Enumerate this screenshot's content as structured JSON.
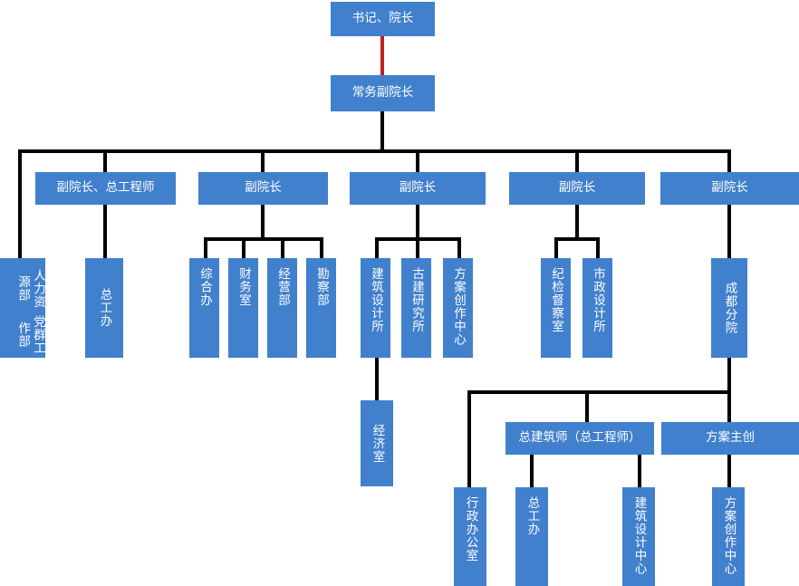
{
  "title": "组织结构图",
  "theme": {
    "box_fill": "#4180cd",
    "box_text": "#ffffff",
    "connector": "#000000",
    "top_connector": "#bb2222",
    "background": "#ffffff"
  },
  "nodes": {
    "top": {
      "label": "书记、院长"
    },
    "exec": {
      "label": "常务副院长"
    },
    "vps": [
      {
        "label": "副院长、总工程师"
      },
      {
        "label": "副院长"
      },
      {
        "label": "副院长"
      },
      {
        "label": "副院长"
      },
      {
        "label": "副院长"
      }
    ],
    "hr_party": {
      "line1": "人力资源部",
      "line2": "党群工作部"
    },
    "zgb": {
      "label": "总工办"
    },
    "vp2_children": [
      {
        "label": "综合办"
      },
      {
        "label": "财务室"
      },
      {
        "label": "经营部"
      },
      {
        "label": "勘察部"
      }
    ],
    "vp3_children": [
      {
        "label": "建筑设计所"
      },
      {
        "label": "古建研究所"
      },
      {
        "label": "方案创作中心"
      }
    ],
    "economics": {
      "label": "经济室"
    },
    "vp4_children": [
      {
        "label": "纪检督察室"
      },
      {
        "label": "市政设计所"
      }
    ],
    "chengdu": {
      "label": "成都分院"
    },
    "chengdu_children": [
      {
        "label": "总建筑师（总工程师）"
      },
      {
        "label": "方案主创"
      }
    ],
    "bottom": [
      {
        "label": "行政办公室"
      },
      {
        "label": "总工办",
        "spaced": true
      },
      {
        "label": "建筑设计中心"
      },
      {
        "label": "方案创作中心"
      }
    ]
  }
}
